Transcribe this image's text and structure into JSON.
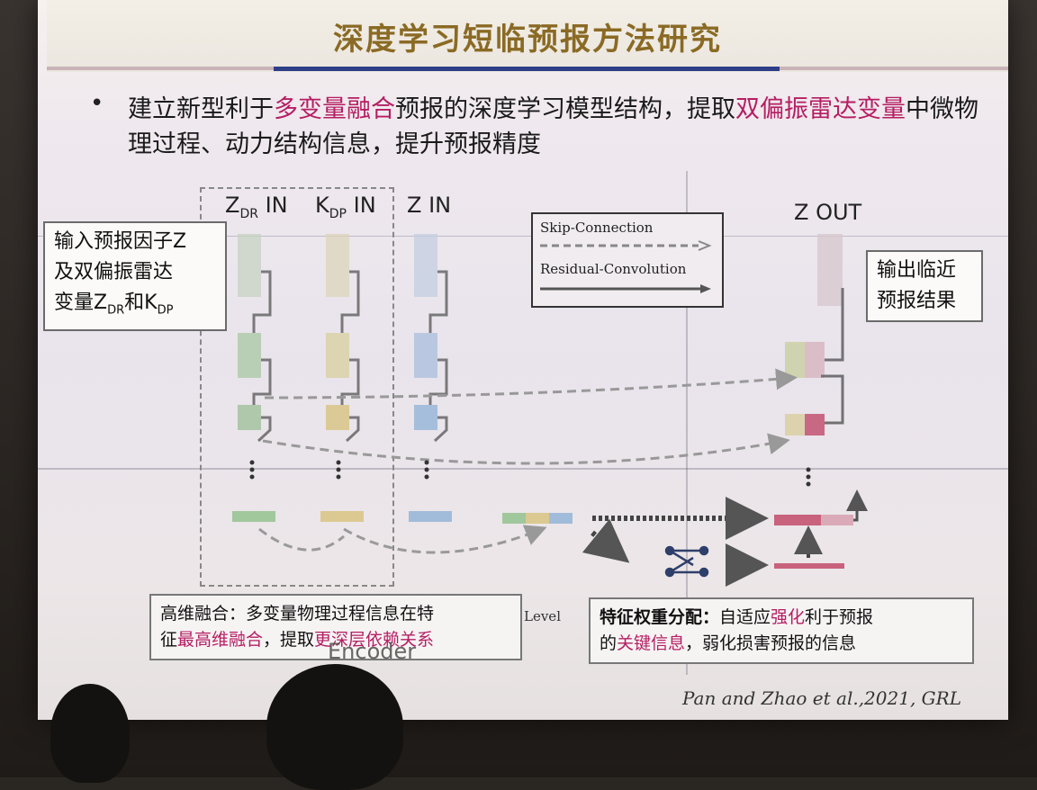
{
  "slide": {
    "title": "深度学习短临预报方法研究",
    "bullet": {
      "part1": "建立新型利于",
      "hl1": "多变量融合",
      "part2": "预报的深度学习模型结构，提取",
      "hl2": "双偏振雷达变量",
      "part3": "中微物理过程、动力结构信息，提升预报精度"
    },
    "diagram": {
      "inputs": [
        {
          "main": "Z",
          "sub": "DR",
          "suffix": " IN"
        },
        {
          "main": "K",
          "sub": "DP",
          "suffix": " IN"
        },
        {
          "main": "Z",
          "sub": "",
          "suffix": " IN"
        }
      ],
      "output_label": "Z OUT",
      "left_note": {
        "line1": "输入预报因子Z",
        "line2": "及双偏振雷达",
        "line3_a": "变量Z",
        "line3_sub1": "DR",
        "line3_b": "和K",
        "line3_sub2": "DP"
      },
      "right_note": {
        "line1": "输出临近",
        "line2": "预报结果"
      },
      "legend": {
        "skip": "Skip-Connection",
        "residual": "Residual-Convolution"
      },
      "feature_level_text": "Level",
      "encoder_label": "Encoder",
      "fusion_note": {
        "bold": "高维融合：",
        "t1": "多变量物理过程信息在特",
        "t2a": "征",
        "t2hl": "最高维融合",
        "t2b": "，提取",
        "t2hl2": "更深层依赖关系"
      },
      "attention_note": {
        "bold": "特征权重分配：",
        "t1": "自适应",
        "t1hl": "强化",
        "t1b": "利于预报",
        "t2a": "的",
        "t2hl": "关键信息",
        "t2b": "，弱化损害预报的信息"
      }
    },
    "citation": "Pan and Zhao et al.,2021, GRL"
  },
  "colors": {
    "title": "#8a6a24",
    "highlight": "#b51e63",
    "accent_bar": "#2e3f87",
    "zdr_block": "#8fbf8a",
    "kdp_block": "#d8c27a",
    "z_block": "#8fb1d6",
    "out_block": "#c24a6a"
  }
}
